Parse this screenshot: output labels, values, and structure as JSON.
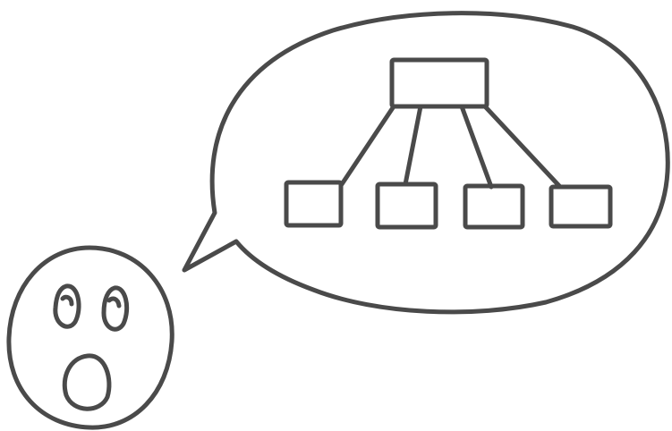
{
  "colors": {
    "ink": "#4a4a4a",
    "background": "#ffffff"
  },
  "illustration": {
    "character": "surprised-face",
    "expression": "surprised",
    "speech_bubble": {
      "content": "hierarchy-diagram",
      "root_nodes": 1,
      "child_nodes": 4
    }
  }
}
